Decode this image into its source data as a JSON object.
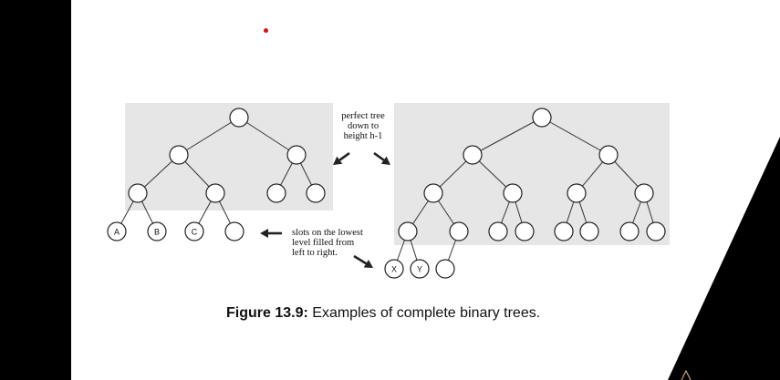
{
  "colors": {
    "background": "#000000",
    "slide": "#ffffff",
    "region": "#e6e6e6",
    "laser_pointer": "#e01010",
    "accent_stripe": "#c8a070"
  },
  "figure": {
    "label": "Figure 13.9:",
    "title": "Examples of complete binary trees."
  },
  "annotations": {
    "perfect_tree": [
      "perfect tree",
      "down to",
      "height h-1"
    ],
    "lowest_level": [
      "slots on the lowest",
      "level filled from",
      "left to right."
    ]
  },
  "tree_left": {
    "leaf_labels": [
      "A",
      "B",
      "C"
    ]
  },
  "tree_right": {
    "leaf_labels": [
      "X",
      "Y"
    ]
  },
  "icons": {
    "laser_pointer": "laser-pointer-dot",
    "arrows": "arrow-icon"
  }
}
